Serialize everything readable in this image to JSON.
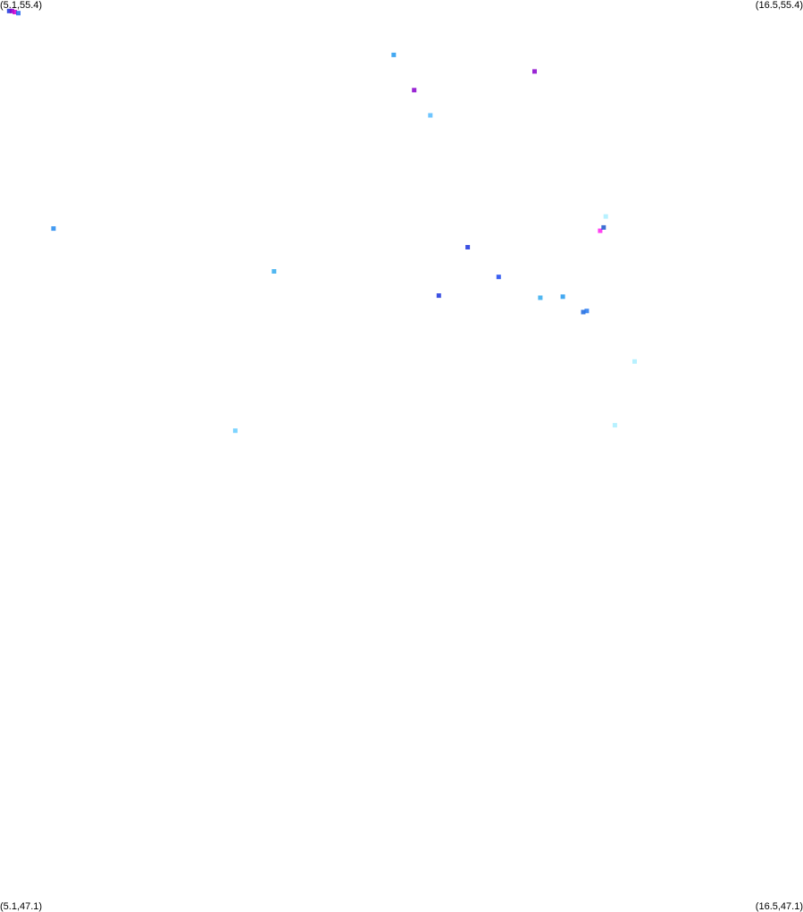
{
  "corners": {
    "top_left": "(5.1,55.4)",
    "top_right": "(16.5,55.4)",
    "bottom_left": "(5.1,47.1)",
    "bottom_right": "(16.5,47.1)"
  },
  "chart_data": {
    "type": "scatter",
    "xlim": [
      5.1,
      16.5
    ],
    "ylim": [
      47.1,
      55.4
    ],
    "grid": false,
    "points": [
      {
        "x": 5.23,
        "y": 55.3,
        "color": "#1a33dd"
      },
      {
        "x": 5.27,
        "y": 55.3,
        "color": "#8800cc"
      },
      {
        "x": 5.31,
        "y": 55.29,
        "color": "#cc00cc"
      },
      {
        "x": 5.36,
        "y": 55.28,
        "color": "#2266ee"
      },
      {
        "x": 5.86,
        "y": 53.32,
        "color": "#2288ee"
      },
      {
        "x": 8.99,
        "y": 52.93,
        "color": "#33aaee"
      },
      {
        "x": 8.44,
        "y": 51.48,
        "color": "#66ccff"
      },
      {
        "x": 10.69,
        "y": 54.9,
        "color": "#2299ee"
      },
      {
        "x": 10.98,
        "y": 54.58,
        "color": "#8800cc"
      },
      {
        "x": 11.21,
        "y": 54.35,
        "color": "#55bbff"
      },
      {
        "x": 11.33,
        "y": 52.71,
        "color": "#1a33dd"
      },
      {
        "x": 11.74,
        "y": 53.15,
        "color": "#1a33dd"
      },
      {
        "x": 12.18,
        "y": 52.88,
        "color": "#1a44ee"
      },
      {
        "x": 12.69,
        "y": 54.75,
        "color": "#8800cc"
      },
      {
        "x": 12.77,
        "y": 52.69,
        "color": "#33aaee"
      },
      {
        "x": 13.09,
        "y": 52.7,
        "color": "#2299ee"
      },
      {
        "x": 13.38,
        "y": 52.56,
        "color": "#1a66dd"
      },
      {
        "x": 13.43,
        "y": 52.57,
        "color": "#2277ee"
      },
      {
        "x": 13.62,
        "y": 53.3,
        "color": "#ff22ee"
      },
      {
        "x": 13.67,
        "y": 53.33,
        "color": "#1a55cc"
      },
      {
        "x": 13.7,
        "y": 53.43,
        "color": "#aaeeff"
      },
      {
        "x": 13.83,
        "y": 51.53,
        "color": "#aaeeff"
      },
      {
        "x": 14.11,
        "y": 52.11,
        "color": "#aaeeff"
      }
    ]
  }
}
